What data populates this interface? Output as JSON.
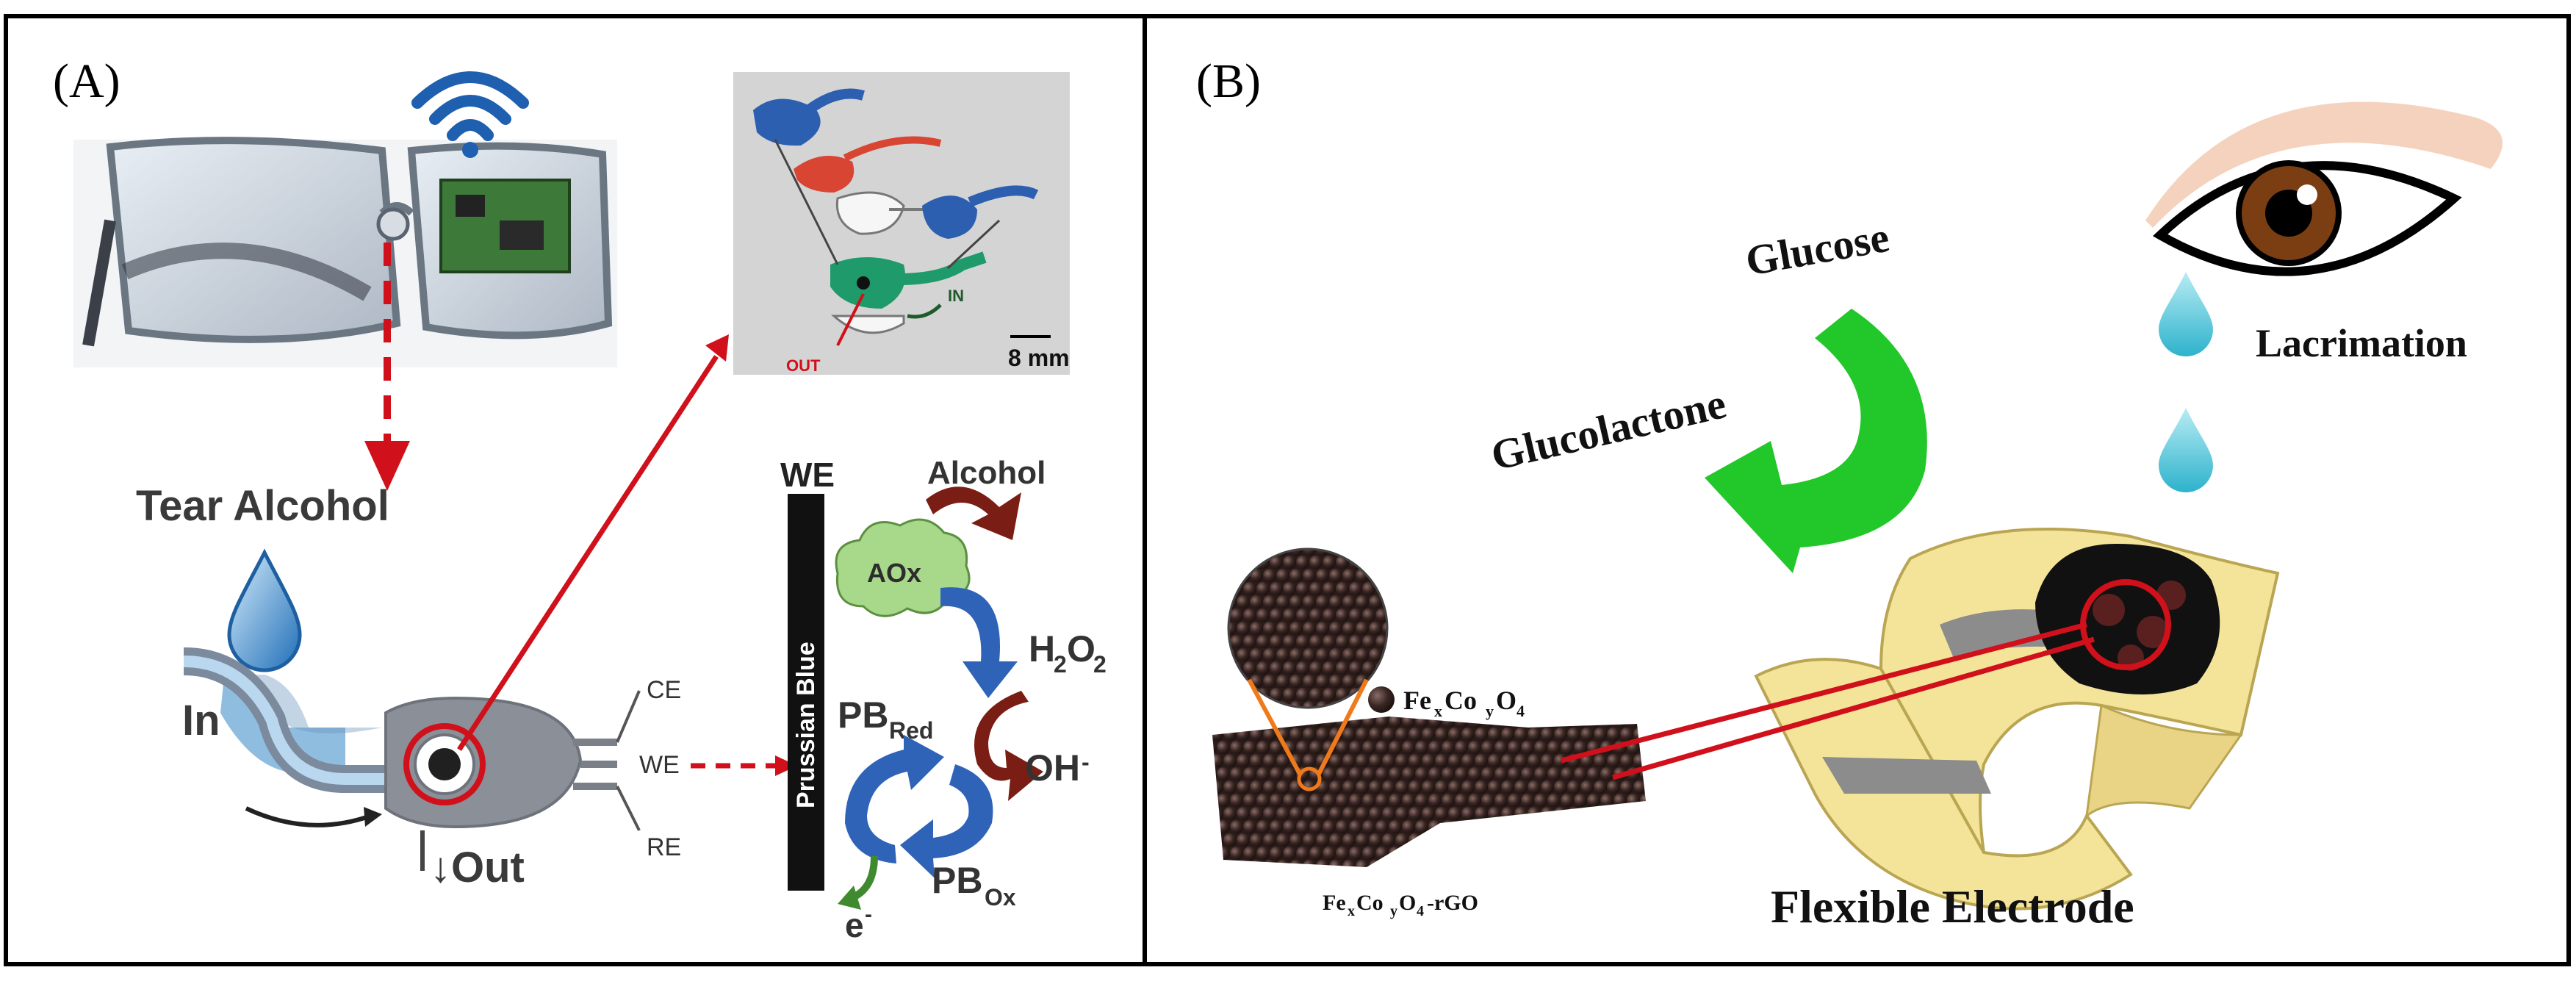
{
  "panels": {
    "a": {
      "letter": "(A)"
    },
    "b": {
      "letter": "(B)"
    }
  },
  "colors": {
    "border": "#000000",
    "red_arrow": "#d0101a",
    "glucose_arrow": "#22c72a",
    "electrode_film": "#f4e49a",
    "electrode_track": "#8c8c8c",
    "particle": "#3a2724",
    "prussian_blue_bar": "#111111",
    "aox_cloud": "#a8d88a",
    "reaction_arrow_blue": "#2f63b8",
    "reaction_arrow_dark": "#7a1d14",
    "tear_drop": "#38c0d6",
    "eye_iris": "#7a3e12",
    "eyelid": "#f5d2bd"
  },
  "icons": {
    "wifi": "wifi-icon",
    "drop": "water-drop-icon",
    "eye": "eye-icon"
  },
  "panel_a": {
    "tear_alcohol": "Tear Alcohol",
    "in_label": "In",
    "out_label": "↓Out",
    "ce": "CE",
    "we_lead": "WE",
    "re": "RE",
    "we_top": "WE",
    "prussian_blue": "Prussian Blue",
    "alcohol": "Alcohol",
    "aox": "AOx",
    "h2o2_main": "H",
    "h2o2_sub1": "2",
    "h2o2_mid": "O",
    "h2o2_sub2": "2",
    "oh_main": "OH",
    "oh_sup": "-",
    "pb_red_main": "PB",
    "pb_red_sub": "Red",
    "pb_ox_main": "PB",
    "pb_ox_sub": "Ox",
    "e_main": "e",
    "e_sup": "-",
    "inset_in": "IN",
    "inset_out": "OUT",
    "scale_bar": "8 mm"
  },
  "panel_b": {
    "glucose": "Glucose",
    "glucolactone": "Glucolactone",
    "lacrimation": "Lacrimation",
    "flexible_electrode": "Flexible Electrode",
    "legend_fe": "Fe",
    "legend_x": "x",
    "legend_co": "Co",
    "legend_y": "y",
    "legend_o": "O",
    "legend_4": "4",
    "composite_fe": "Fe",
    "composite_x": "x",
    "composite_co": "Co",
    "composite_y": "y",
    "composite_o": "O",
    "composite_4": "4",
    "composite_suffix": "-rGO"
  }
}
